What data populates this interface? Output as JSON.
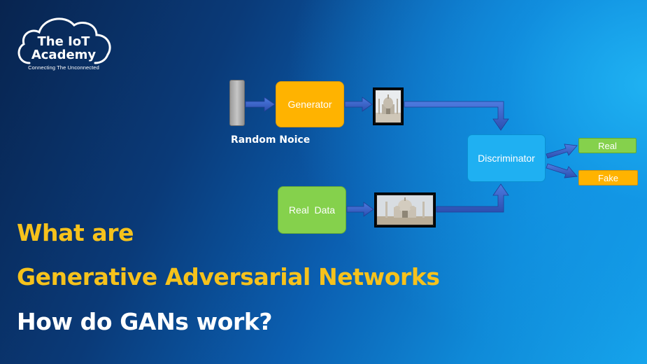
{
  "brand": {
    "line1": "The IoT",
    "line2": "Academy",
    "tagline": "Connecting The Unconnected"
  },
  "diagram": {
    "generator_label": "Generator",
    "random_noise_label": "Random Noice",
    "real_data_label": "Real  Data",
    "discriminator_label": "Discriminator",
    "output_real_label": "Real",
    "output_fake_label": "Fake"
  },
  "headline": {
    "line1": "What are",
    "line2": "Generative Adversarial Networks",
    "line3": "How do GANs work?"
  },
  "colors": {
    "accent_yellow": "#f6c21c",
    "generator_orange": "#ffb300",
    "real_green": "#85d14c",
    "discriminator_blue": "#1fb0f2",
    "arrow_blue": "#3a63c7"
  }
}
